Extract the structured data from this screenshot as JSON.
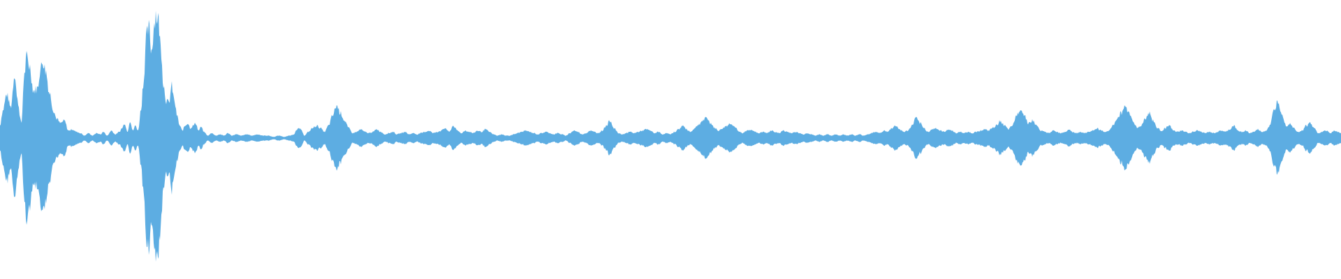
{
  "waveform": {
    "color": "#5dade2",
    "background": "#ffffff",
    "envelope": [
      [
        0.0,
        0.1
      ],
      [
        0.002,
        0.22
      ],
      [
        0.005,
        0.35
      ],
      [
        0.008,
        0.25
      ],
      [
        0.011,
        0.52
      ],
      [
        0.013,
        0.3
      ],
      [
        0.016,
        0.12
      ],
      [
        0.018,
        0.5
      ],
      [
        0.02,
        0.65
      ],
      [
        0.022,
        0.58
      ],
      [
        0.025,
        0.38
      ],
      [
        0.028,
        0.4
      ],
      [
        0.03,
        0.55
      ],
      [
        0.032,
        0.62
      ],
      [
        0.034,
        0.54
      ],
      [
        0.037,
        0.36
      ],
      [
        0.04,
        0.22
      ],
      [
        0.042,
        0.16
      ],
      [
        0.045,
        0.12
      ],
      [
        0.048,
        0.14
      ],
      [
        0.051,
        0.06
      ],
      [
        0.054,
        0.07
      ],
      [
        0.057,
        0.05
      ],
      [
        0.06,
        0.04
      ],
      [
        0.063,
        0.02
      ],
      [
        0.066,
        0.04
      ],
      [
        0.069,
        0.02
      ],
      [
        0.072,
        0.04
      ],
      [
        0.075,
        0.03
      ],
      [
        0.077,
        0.05
      ],
      [
        0.08,
        0.02
      ],
      [
        0.083,
        0.06
      ],
      [
        0.086,
        0.03
      ],
      [
        0.089,
        0.05
      ],
      [
        0.091,
        0.08
      ],
      [
        0.093,
        0.12
      ],
      [
        0.095,
        0.05
      ],
      [
        0.097,
        0.14
      ],
      [
        0.099,
        0.06
      ],
      [
        0.101,
        0.1
      ],
      [
        0.103,
        0.06
      ],
      [
        0.105,
        0.22
      ],
      [
        0.107,
        0.45
      ],
      [
        0.109,
        0.8
      ],
      [
        0.111,
        0.88
      ],
      [
        0.113,
        0.7
      ],
      [
        0.115,
        0.92
      ],
      [
        0.116,
        1.0
      ],
      [
        0.118,
        0.95
      ],
      [
        0.12,
        0.72
      ],
      [
        0.122,
        0.42
      ],
      [
        0.124,
        0.3
      ],
      [
        0.126,
        0.28
      ],
      [
        0.128,
        0.42
      ],
      [
        0.13,
        0.3
      ],
      [
        0.132,
        0.18
      ],
      [
        0.134,
        0.1
      ],
      [
        0.136,
        0.06
      ],
      [
        0.138,
        0.1
      ],
      [
        0.14,
        0.12
      ],
      [
        0.142,
        0.08
      ],
      [
        0.144,
        0.1
      ],
      [
        0.146,
        0.12
      ],
      [
        0.148,
        0.06
      ],
      [
        0.15,
        0.09
      ],
      [
        0.152,
        0.05
      ],
      [
        0.155,
        0.02
      ],
      [
        0.158,
        0.04
      ],
      [
        0.161,
        0.02
      ],
      [
        0.164,
        0.03
      ],
      [
        0.167,
        0.02
      ],
      [
        0.17,
        0.04
      ],
      [
        0.173,
        0.02
      ],
      [
        0.176,
        0.03
      ],
      [
        0.18,
        0.02
      ],
      [
        0.184,
        0.03
      ],
      [
        0.188,
        0.02
      ],
      [
        0.192,
        0.03
      ],
      [
        0.196,
        0.02
      ],
      [
        0.2,
        0.02
      ],
      [
        0.204,
        0.01
      ],
      [
        0.208,
        0.02
      ],
      [
        0.212,
        0.01
      ],
      [
        0.216,
        0.02
      ],
      [
        0.219,
        0.03
      ],
      [
        0.221,
        0.06
      ],
      [
        0.223,
        0.08
      ],
      [
        0.225,
        0.06
      ],
      [
        0.227,
        0.02
      ],
      [
        0.23,
        0.05
      ],
      [
        0.233,
        0.08
      ],
      [
        0.236,
        0.1
      ],
      [
        0.239,
        0.08
      ],
      [
        0.242,
        0.05
      ],
      [
        0.245,
        0.1
      ],
      [
        0.248,
        0.18
      ],
      [
        0.251,
        0.26
      ],
      [
        0.254,
        0.2
      ],
      [
        0.257,
        0.14
      ],
      [
        0.26,
        0.08
      ],
      [
        0.263,
        0.04
      ],
      [
        0.266,
        0.05
      ],
      [
        0.269,
        0.07
      ],
      [
        0.272,
        0.05
      ],
      [
        0.275,
        0.04
      ],
      [
        0.278,
        0.05
      ],
      [
        0.281,
        0.07
      ],
      [
        0.284,
        0.05
      ],
      [
        0.287,
        0.03
      ],
      [
        0.29,
        0.04
      ],
      [
        0.293,
        0.05
      ],
      [
        0.296,
        0.03
      ],
      [
        0.299,
        0.04
      ],
      [
        0.302,
        0.05
      ],
      [
        0.305,
        0.03
      ],
      [
        0.308,
        0.04
      ],
      [
        0.311,
        0.03
      ],
      [
        0.314,
        0.04
      ],
      [
        0.317,
        0.05
      ],
      [
        0.32,
        0.06
      ],
      [
        0.323,
        0.04
      ],
      [
        0.326,
        0.05
      ],
      [
        0.329,
        0.06
      ],
      [
        0.332,
        0.08
      ],
      [
        0.335,
        0.05
      ],
      [
        0.338,
        0.1
      ],
      [
        0.341,
        0.06
      ],
      [
        0.344,
        0.04
      ],
      [
        0.347,
        0.06
      ],
      [
        0.35,
        0.05
      ],
      [
        0.353,
        0.04
      ],
      [
        0.356,
        0.06
      ],
      [
        0.359,
        0.05
      ],
      [
        0.362,
        0.07
      ],
      [
        0.365,
        0.05
      ],
      [
        0.368,
        0.03
      ],
      [
        0.371,
        0.02
      ],
      [
        0.374,
        0.03
      ],
      [
        0.377,
        0.02
      ],
      [
        0.38,
        0.02
      ],
      [
        0.383,
        0.03
      ],
      [
        0.386,
        0.04
      ],
      [
        0.389,
        0.05
      ],
      [
        0.392,
        0.06
      ],
      [
        0.395,
        0.05
      ],
      [
        0.398,
        0.04
      ],
      [
        0.401,
        0.03
      ],
      [
        0.404,
        0.04
      ],
      [
        0.407,
        0.05
      ],
      [
        0.41,
        0.04
      ],
      [
        0.413,
        0.03
      ],
      [
        0.416,
        0.04
      ],
      [
        0.419,
        0.03
      ],
      [
        0.422,
        0.02
      ],
      [
        0.425,
        0.04
      ],
      [
        0.428,
        0.06
      ],
      [
        0.431,
        0.05
      ],
      [
        0.434,
        0.03
      ],
      [
        0.437,
        0.04
      ],
      [
        0.44,
        0.06
      ],
      [
        0.443,
        0.05
      ],
      [
        0.446,
        0.04
      ],
      [
        0.449,
        0.06
      ],
      [
        0.452,
        0.1
      ],
      [
        0.455,
        0.14
      ],
      [
        0.458,
        0.08
      ],
      [
        0.461,
        0.04
      ],
      [
        0.464,
        0.03
      ],
      [
        0.467,
        0.04
      ],
      [
        0.47,
        0.05
      ],
      [
        0.473,
        0.04
      ],
      [
        0.476,
        0.05
      ],
      [
        0.479,
        0.06
      ],
      [
        0.482,
        0.07
      ],
      [
        0.485,
        0.06
      ],
      [
        0.488,
        0.04
      ],
      [
        0.491,
        0.05
      ],
      [
        0.494,
        0.03
      ],
      [
        0.497,
        0.04
      ],
      [
        0.5,
        0.03
      ],
      [
        0.503,
        0.05
      ],
      [
        0.506,
        0.07
      ],
      [
        0.509,
        0.1
      ],
      [
        0.512,
        0.07
      ],
      [
        0.515,
        0.05
      ],
      [
        0.518,
        0.08
      ],
      [
        0.521,
        0.11
      ],
      [
        0.524,
        0.14
      ],
      [
        0.527,
        0.16
      ],
      [
        0.53,
        0.12
      ],
      [
        0.533,
        0.08
      ],
      [
        0.536,
        0.06
      ],
      [
        0.539,
        0.08
      ],
      [
        0.542,
        0.1
      ],
      [
        0.545,
        0.12
      ],
      [
        0.548,
        0.09
      ],
      [
        0.551,
        0.05
      ],
      [
        0.554,
        0.04
      ],
      [
        0.557,
        0.06
      ],
      [
        0.56,
        0.07
      ],
      [
        0.563,
        0.05
      ],
      [
        0.566,
        0.04
      ],
      [
        0.569,
        0.05
      ],
      [
        0.572,
        0.04
      ],
      [
        0.575,
        0.06
      ],
      [
        0.578,
        0.05
      ],
      [
        0.581,
        0.04
      ],
      [
        0.584,
        0.06
      ],
      [
        0.587,
        0.05
      ],
      [
        0.59,
        0.04
      ],
      [
        0.593,
        0.05
      ],
      [
        0.596,
        0.04
      ],
      [
        0.599,
        0.03
      ],
      [
        0.602,
        0.04
      ],
      [
        0.605,
        0.03
      ],
      [
        0.608,
        0.02
      ],
      [
        0.611,
        0.03
      ],
      [
        0.614,
        0.02
      ],
      [
        0.617,
        0.03
      ],
      [
        0.62,
        0.02
      ],
      [
        0.623,
        0.03
      ],
      [
        0.626,
        0.02
      ],
      [
        0.629,
        0.03
      ],
      [
        0.632,
        0.02
      ],
      [
        0.635,
        0.03
      ],
      [
        0.638,
        0.02
      ],
      [
        0.641,
        0.03
      ],
      [
        0.644,
        0.02
      ],
      [
        0.647,
        0.03
      ],
      [
        0.65,
        0.04
      ],
      [
        0.653,
        0.05
      ],
      [
        0.656,
        0.04
      ],
      [
        0.659,
        0.06
      ],
      [
        0.662,
        0.05
      ],
      [
        0.665,
        0.08
      ],
      [
        0.668,
        0.1
      ],
      [
        0.671,
        0.07
      ],
      [
        0.674,
        0.05
      ],
      [
        0.677,
        0.06
      ],
      [
        0.68,
        0.1
      ],
      [
        0.683,
        0.16
      ],
      [
        0.686,
        0.12
      ],
      [
        0.689,
        0.08
      ],
      [
        0.692,
        0.05
      ],
      [
        0.695,
        0.07
      ],
      [
        0.698,
        0.08
      ],
      [
        0.701,
        0.06
      ],
      [
        0.704,
        0.05
      ],
      [
        0.707,
        0.07
      ],
      [
        0.71,
        0.06
      ],
      [
        0.713,
        0.04
      ],
      [
        0.716,
        0.05
      ],
      [
        0.719,
        0.04
      ],
      [
        0.722,
        0.05
      ],
      [
        0.725,
        0.04
      ],
      [
        0.728,
        0.05
      ],
      [
        0.731,
        0.06
      ],
      [
        0.734,
        0.07
      ],
      [
        0.737,
        0.06
      ],
      [
        0.74,
        0.08
      ],
      [
        0.743,
        0.1
      ],
      [
        0.746,
        0.14
      ],
      [
        0.749,
        0.1
      ],
      [
        0.752,
        0.07
      ],
      [
        0.755,
        0.1
      ],
      [
        0.758,
        0.18
      ],
      [
        0.761,
        0.24
      ],
      [
        0.764,
        0.18
      ],
      [
        0.767,
        0.12
      ],
      [
        0.77,
        0.14
      ],
      [
        0.773,
        0.1
      ],
      [
        0.776,
        0.06
      ],
      [
        0.779,
        0.05
      ],
      [
        0.782,
        0.04
      ],
      [
        0.785,
        0.06
      ],
      [
        0.788,
        0.05
      ],
      [
        0.791,
        0.04
      ],
      [
        0.794,
        0.05
      ],
      [
        0.797,
        0.07
      ],
      [
        0.8,
        0.05
      ],
      [
        0.803,
        0.04
      ],
      [
        0.806,
        0.05
      ],
      [
        0.809,
        0.04
      ],
      [
        0.812,
        0.05
      ],
      [
        0.815,
        0.06
      ],
      [
        0.818,
        0.08
      ],
      [
        0.821,
        0.06
      ],
      [
        0.824,
        0.05
      ],
      [
        0.827,
        0.06
      ],
      [
        0.83,
        0.1
      ],
      [
        0.833,
        0.16
      ],
      [
        0.836,
        0.2
      ],
      [
        0.839,
        0.26
      ],
      [
        0.842,
        0.2
      ],
      [
        0.845,
        0.14
      ],
      [
        0.848,
        0.08
      ],
      [
        0.851,
        0.1
      ],
      [
        0.854,
        0.16
      ],
      [
        0.857,
        0.2
      ],
      [
        0.86,
        0.14
      ],
      [
        0.863,
        0.08
      ],
      [
        0.866,
        0.06
      ],
      [
        0.869,
        0.08
      ],
      [
        0.872,
        0.1
      ],
      [
        0.875,
        0.06
      ],
      [
        0.878,
        0.05
      ],
      [
        0.881,
        0.06
      ],
      [
        0.884,
        0.05
      ],
      [
        0.887,
        0.04
      ],
      [
        0.89,
        0.05
      ],
      [
        0.893,
        0.06
      ],
      [
        0.896,
        0.05
      ],
      [
        0.899,
        0.04
      ],
      [
        0.902,
        0.05
      ],
      [
        0.905,
        0.04
      ],
      [
        0.908,
        0.05
      ],
      [
        0.911,
        0.06
      ],
      [
        0.914,
        0.05
      ],
      [
        0.917,
        0.07
      ],
      [
        0.92,
        0.1
      ],
      [
        0.923,
        0.06
      ],
      [
        0.926,
        0.05
      ],
      [
        0.929,
        0.06
      ],
      [
        0.932,
        0.04
      ],
      [
        0.935,
        0.05
      ],
      [
        0.938,
        0.07
      ],
      [
        0.941,
        0.05
      ],
      [
        0.944,
        0.06
      ],
      [
        0.947,
        0.1
      ],
      [
        0.95,
        0.22
      ],
      [
        0.953,
        0.3
      ],
      [
        0.956,
        0.2
      ],
      [
        0.959,
        0.1
      ],
      [
        0.962,
        0.12
      ],
      [
        0.965,
        0.08
      ],
      [
        0.968,
        0.05
      ],
      [
        0.971,
        0.06
      ],
      [
        0.974,
        0.1
      ],
      [
        0.977,
        0.12
      ],
      [
        0.98,
        0.08
      ],
      [
        0.983,
        0.04
      ],
      [
        0.986,
        0.05
      ],
      [
        0.989,
        0.06
      ],
      [
        0.992,
        0.04
      ],
      [
        0.995,
        0.06
      ],
      [
        1.0,
        0.04
      ]
    ]
  }
}
